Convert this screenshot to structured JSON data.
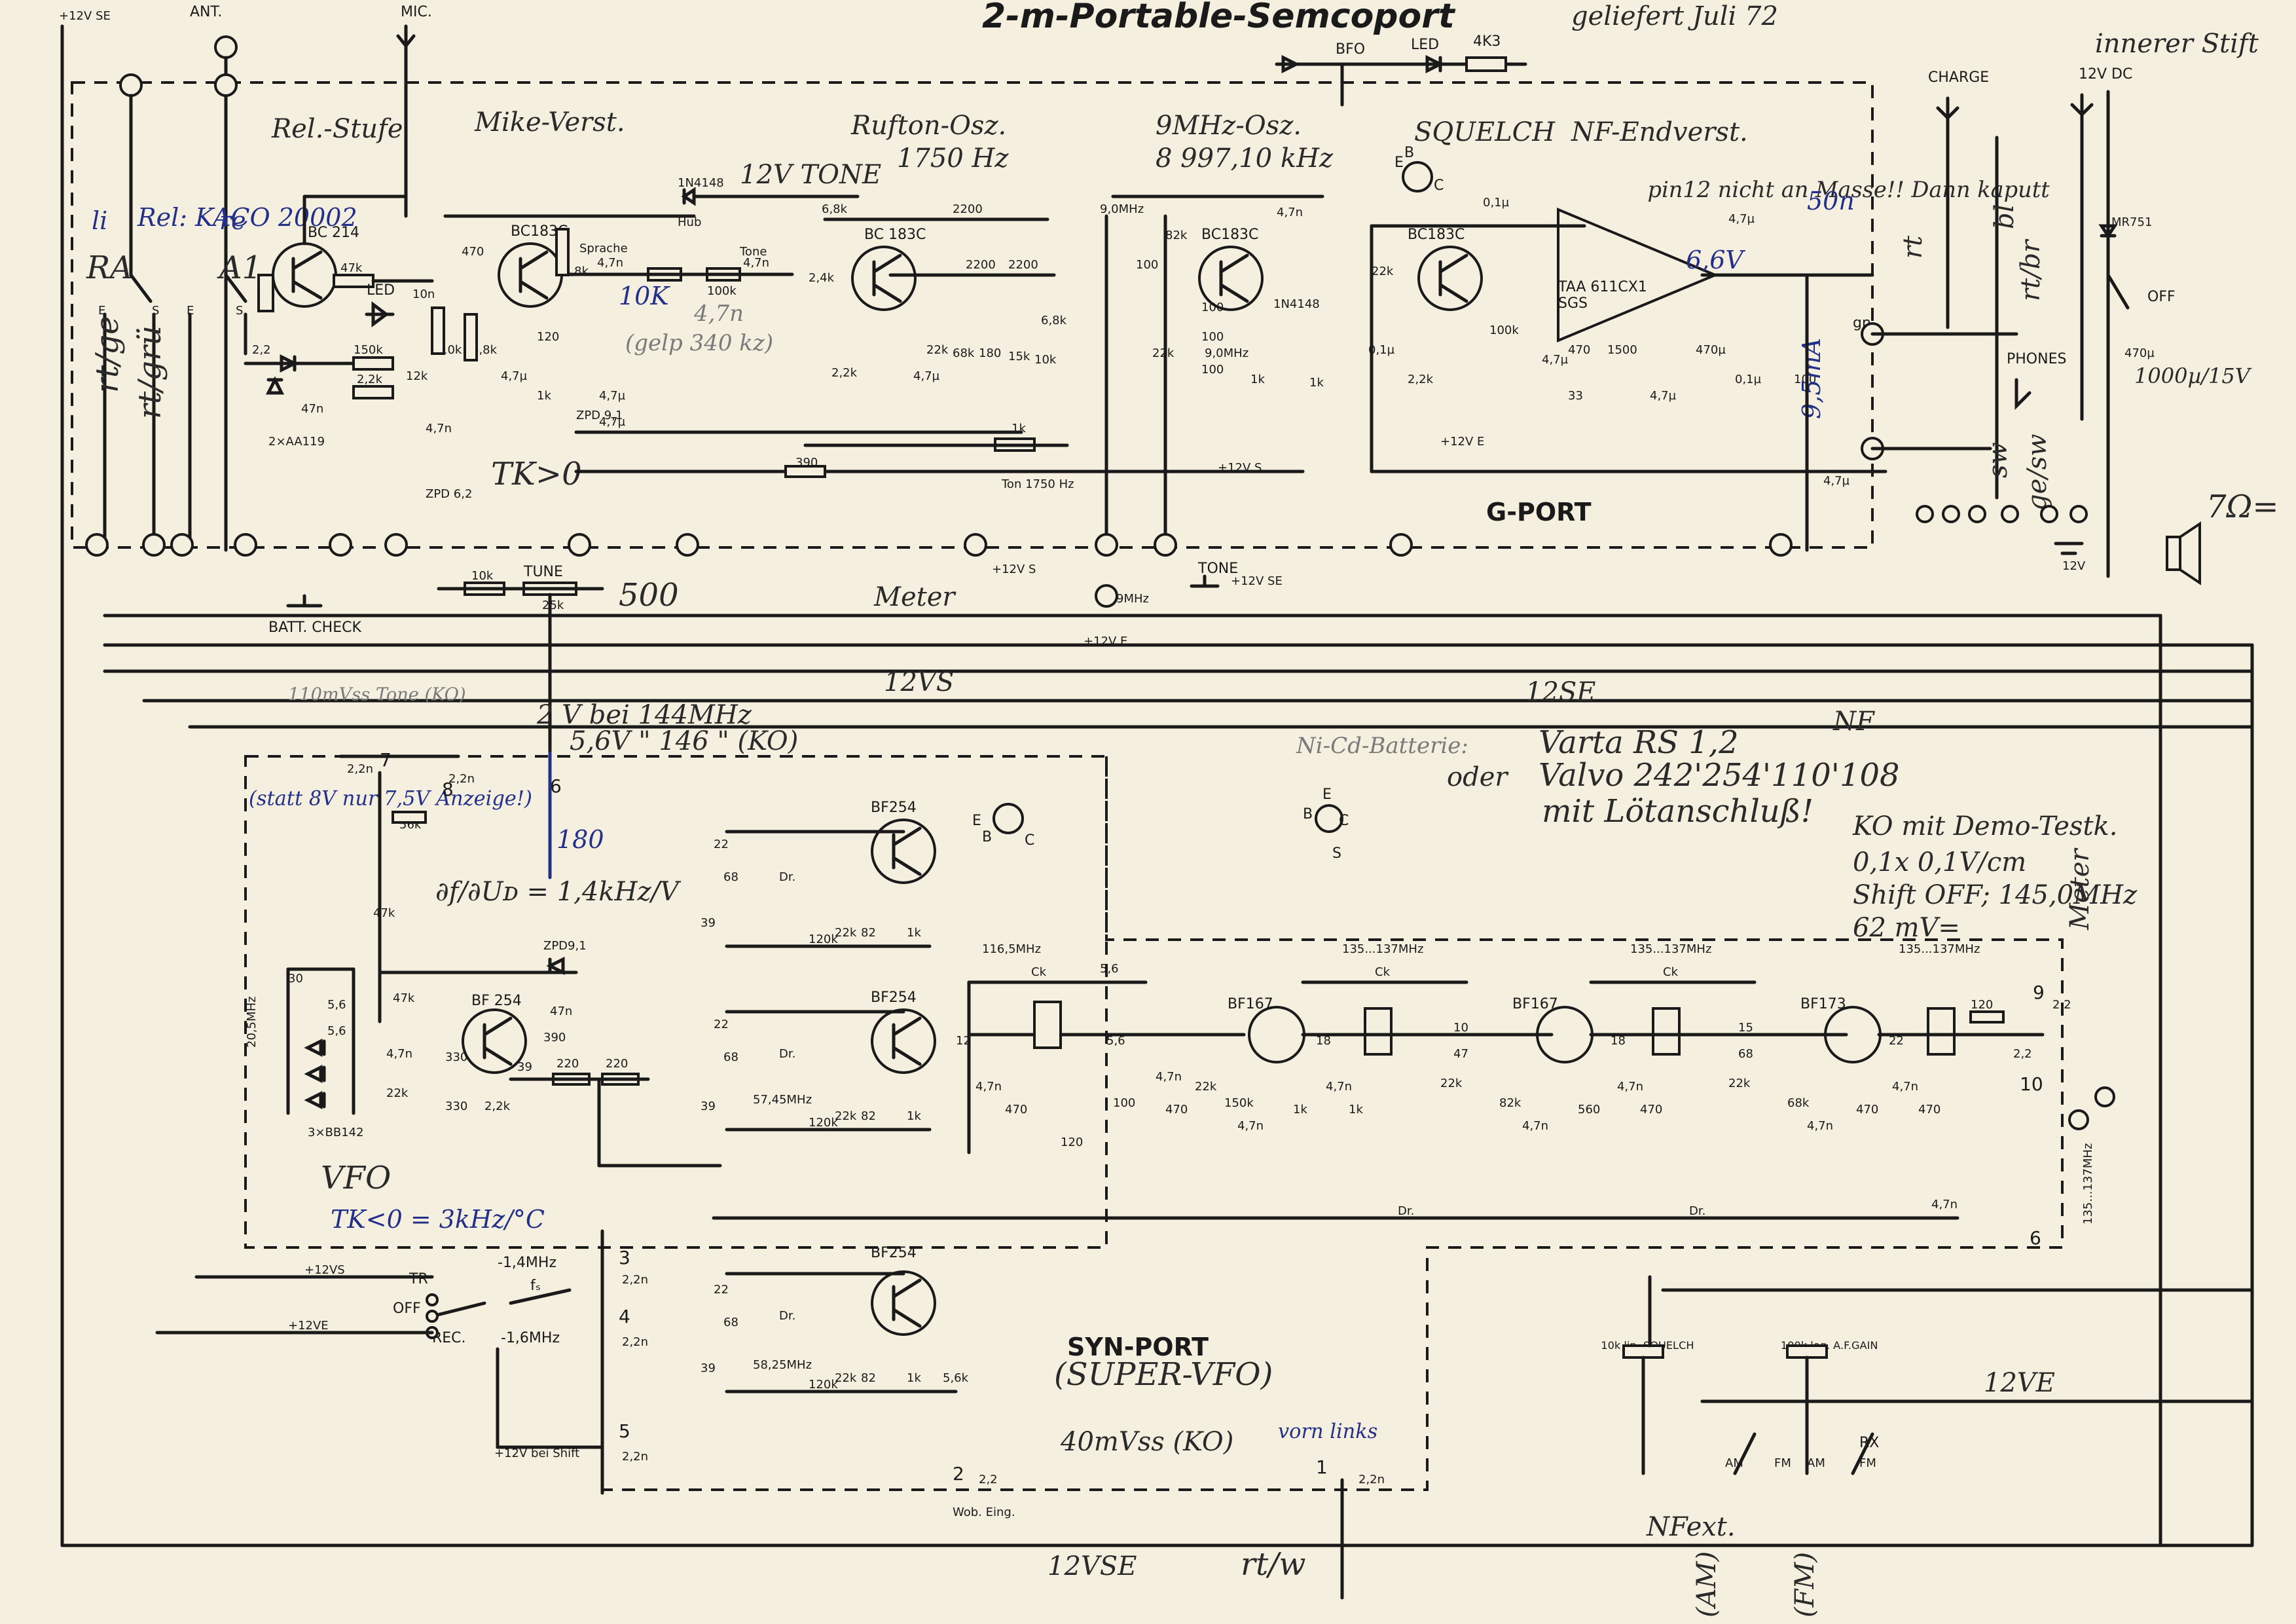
{
  "title": "2-m-Portable-Semcoport",
  "note_top": "geliefert Juli 72",
  "note_pin": "innerer Stift",
  "sections": {
    "rel_stufe": "Rel.-Stufe",
    "mike_verst": "Mike-Verst.",
    "rufton_osz": "Rufton-Osz.",
    "rufton_freq": "1750 Hz",
    "osz_9mhz": "9MHz-Osz.",
    "osz_9mhz_freq": "8 997,10 kHz",
    "squelch": "SQUELCH",
    "nf_endverst": "NF-Endverst.",
    "g_port": "G-PORT",
    "syn_port": "SYN-PORT",
    "super_vfo": "(SUPER-VFO)",
    "vfo": "VFO"
  },
  "connectors": {
    "ant": "ANT.",
    "mic": "MIC.",
    "charge": "CHARGE",
    "dc12": "12V DC",
    "plus12vse": "+12V SE",
    "phones": "PHONES",
    "off": "OFF",
    "mr751": "MR751",
    "c_470u": "470µ",
    "c_note": "1000µ/15V",
    "speaker": "7Ω=",
    "batt": "12V"
  },
  "relay": {
    "ra": "RA",
    "a1": "A1",
    "note": "Rel: KACO 20002",
    "e1": "E",
    "s1": "S",
    "e2": "E",
    "s2": "S",
    "li": "li",
    "re": "re"
  },
  "semis": {
    "bc214": "BC 214",
    "bc183c_1": "BC183C",
    "bc183c_2": "BC 183C",
    "bc183c_3": "BC183C",
    "bc183c_4": "BC183C",
    "taa": "TAA 611CX1",
    "sgs": "SGS",
    "bf254_1": "BF254",
    "bf254_2": "BF254",
    "bf254_3": "BF254",
    "bf254_vfo": "BF 254",
    "bf167_1": "BF167",
    "bf167_2": "BF167",
    "bf173": "BF173",
    "in4148_1": "1N4148",
    "in4148_2": "1N4148",
    "aa119": "2×AA119",
    "zpd91": "ZPD 9,1",
    "zpd62": "ZPD 6,2",
    "zpd91b": "ZPD9,1",
    "bb142": "3×BB142",
    "led": "LED"
  },
  "labels": {
    "tone12v": "12V TONE",
    "hub": "Hub",
    "sprache": "Sprache",
    "tone": "Tone",
    "ton1750": "Ton 1750 Hz",
    "bfo": "BFO",
    "led_top": "LED",
    "r4k3": "4K3",
    "mhz9": "9,0MHz",
    "mhz9b": "9,0MHz",
    "tk0": "TK>0",
    "tune": "TUNE",
    "tune_r": "25k",
    "tune_pot": "500",
    "batt_check": "BATT. CHECK",
    "meter": "Meter",
    "meter2": "Meter",
    "tone_btn": "TONE",
    "v12vs_a": "+12V S",
    "v12vs_b": "+12V S",
    "v12vs_c": "+12V S",
    "v12vse": "+12V SE",
    "v12ve": "+12V E",
    "v12ve_b": "+12V E",
    "a9mhz": "9MHz",
    "bus_12vs": "12VS",
    "bus_12se": "12SE",
    "bus_nf": "NF",
    "bus_12ve": "12VE",
    "bus_12vse": "12VSE",
    "rtw": "rt/w",
    "gn": "gn",
    "rt": "rt",
    "bl": "bl",
    "rtbr": "rt/br",
    "gesw": "ge/sw",
    "sw": "sw",
    "rtge": "rt/ge",
    "rtgru": "rt/grü",
    "pin12": "pin12 nicht an Masse!! Dann kaputt",
    "v66": "6,6V",
    "ma95": "9,5mA",
    "c50n": "50n",
    "tx_off": "OFF",
    "tr": "TR",
    "rec": "REC.",
    "fs": "fₛ",
    "mhz14": "-1,4MHz",
    "mhz16": "-1,6MHz",
    "v12_shift": "+12V bei Shift",
    "v12vs_sw": "+12VS",
    "v12ve_sw": "+12VE",
    "wob": "Wob. Eing.",
    "sq_pot": "10k lin. SQUELCH",
    "af_pot": "100k log. A.F.GAIN",
    "am1": "AM",
    "fm1": "FM",
    "am2": "AM",
    "fm2": "FM",
    "rx": "RX",
    "nfext": "NFext.",
    "am_v": "(AM)",
    "fm_v": "(FM)",
    "f116": "116,5MHz",
    "f135a": "135...137MHz",
    "f135b": "135...137MHz",
    "f135c": "135...137MHz",
    "f135d": "135...137MHz",
    "x1": "57,45MHz",
    "x2": "58,25MHz",
    "vfo_f": "20,5MHz",
    "ck1": "Ck",
    "ck2": "Ck",
    "ck3": "Ck",
    "ck4": "Ck",
    "dr1": "Dr.",
    "dr2": "Dr.",
    "dr3": "Dr.",
    "dr4": "Dr.",
    "ebc1": "E",
    "ebc2": "B",
    "ebc3": "C",
    "ebc4": "E",
    "ebc5": "B",
    "ebc6": "C",
    "ebc7": "S"
  },
  "pins": [
    "7",
    "8",
    "6",
    "3",
    "4",
    "5",
    "2",
    "1",
    "9",
    "10",
    "6"
  ],
  "notes_hand": {
    "tone_lvl": "110mVss Tone (KO)",
    "v2_144": "2 V bei 144MHz",
    "v56_146": "5,6V \" 146 \" (KO)",
    "statt8v": "(statt 8V nur 7,5V Anzeige!)",
    "dfdu": "∂f/∂Uᴅ = 1,4kHz/V",
    "r180": "180",
    "tkvfo": "TK<0 = 3kHz/°C",
    "nicd": "Ni-Cd-Batterie:",
    "varta": "Varta RS 1,2",
    "oder": "oder",
    "valvo": "Valvo 242'254'110'108",
    "loet": "mit Lötanschluß!",
    "ko_demo": "KO mit Demo-Testk.",
    "scale": "0,1x 0,1V/cm",
    "shift": "Shift OFF; 145,0MHz",
    "mv62": "62 mV=",
    "mv40": "40mVss (KO)",
    "vorn": "vorn links",
    "r10k": "10K",
    "c47n": "4,7n",
    "gp340": "(gelp 340 kz)"
  },
  "components": {
    "r47k": "47k",
    "c10n": "10n",
    "c470": "470",
    "r68k": "6,8k",
    "r10k": "10k",
    "c47n": "4,7n",
    "r100k": "100k",
    "r24k": "2,4k",
    "r68k2": "6,8k",
    "c2200": "2200",
    "c2200b": "2200",
    "c2200c": "2200",
    "r22k": "2,2k",
    "r22k2": "22k",
    "r68k3": "68k",
    "r180": "180",
    "r15k": "15k",
    "r10kb": "10k",
    "r82k": "82k",
    "c100": "100",
    "c100b": "100",
    "c47n2": "4,7n",
    "r1k": "1k",
    "r22k3": "22k",
    "c01u": "0,1µ",
    "r100k2": "100k",
    "c470b": "470",
    "c1500": "1500",
    "c470u": "470µ",
    "c01u2": "0,1µ",
    "r100": "100",
    "c47u": "4,7µ",
    "r33": "33",
    "r390": "390",
    "r1kb": "1k",
    "r150k": "150k",
    "r12k": "12k",
    "r22kc": "2,2k",
    "r68kd": "68k",
    "r120": "120",
    "c47u2": "4,7µ",
    "c22": "2,2",
    "c47n3": "47n",
    "r10k3": "10k",
    "c22n": "2,2n",
    "c22n2": "2,2n",
    "r56k": "56k",
    "r47k2": "47k",
    "r47k3": "47k",
    "c330": "330",
    "c330b": "330",
    "r22k4": "22k",
    "r390b": "390",
    "r220": "220",
    "r220b": "220",
    "c39": "39",
    "c47n4": "47n",
    "c56": "5,6",
    "c30": "30",
    "c56b": "5,6",
    "c68": "68",
    "c22b": "22",
    "c39b": "39",
    "r120k": "120k",
    "r22k5": "22k",
    "r82": "82",
    "r1kc": "1k",
    "c12": "12",
    "c47n5": "4,7n",
    "r470": "470",
    "r120b": "120",
    "c100c": "100",
    "r470b": "470",
    "r22k6": "22k",
    "c18": "18",
    "c10": "10",
    "c47": "47",
    "r1kd": "1k",
    "r82k2": "82k",
    "r560": "560",
    "c15": "15",
    "c68b": "68",
    "r68k4": "68k",
    "r470c": "470",
    "c22c": "22",
    "r120c": "120",
    "c2_2": "2,2",
    "c2_2b": "2,2",
    "r5_6k": "5,6k",
    "c22n3": "2,2n",
    "c22n4": "2,2n",
    "c22n5": "2,2n",
    "c22n6": "2,2n",
    "c22n7": "2,2n",
    "c47n6": "4,7n"
  }
}
